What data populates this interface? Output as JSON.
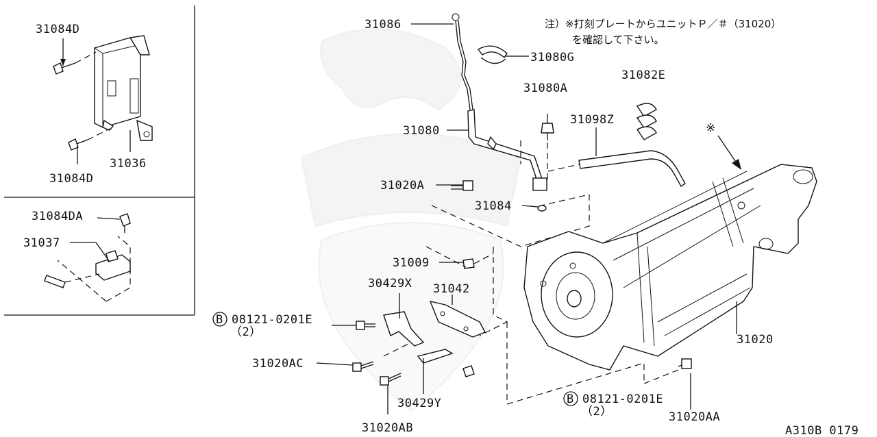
{
  "note": {
    "line1": "注）※打刻プレートからユニットＰ／＃（31020）",
    "line2": "を確認して下さい。"
  },
  "marker": "※",
  "circle_letter": "B",
  "diagram_code": "A310B 0179",
  "labels": {
    "p31084D_top": "31084D",
    "p31084D_bottom": "31084D",
    "p31036": "31036",
    "p31084DA": "31084DA",
    "p31037": "31037",
    "p31086": "31086",
    "p31080G": "31080G",
    "p31080A": "31080A",
    "p31082E": "31082E",
    "p31080": "31080",
    "p31098Z": "31098Z",
    "p31020A": "31020A",
    "p31084": "31084",
    "p31009": "31009",
    "p30429X": "30429X",
    "p31042": "31042",
    "p08121_left": "08121-0201E",
    "qty_left": "（2）",
    "p31020AC": "31020AC",
    "p30429Y": "30429Y",
    "p31020AB": "31020AB",
    "p31020": "31020",
    "p08121_right": "08121-0201E",
    "qty_right": "（2）",
    "p31020AA": "31020AA"
  }
}
